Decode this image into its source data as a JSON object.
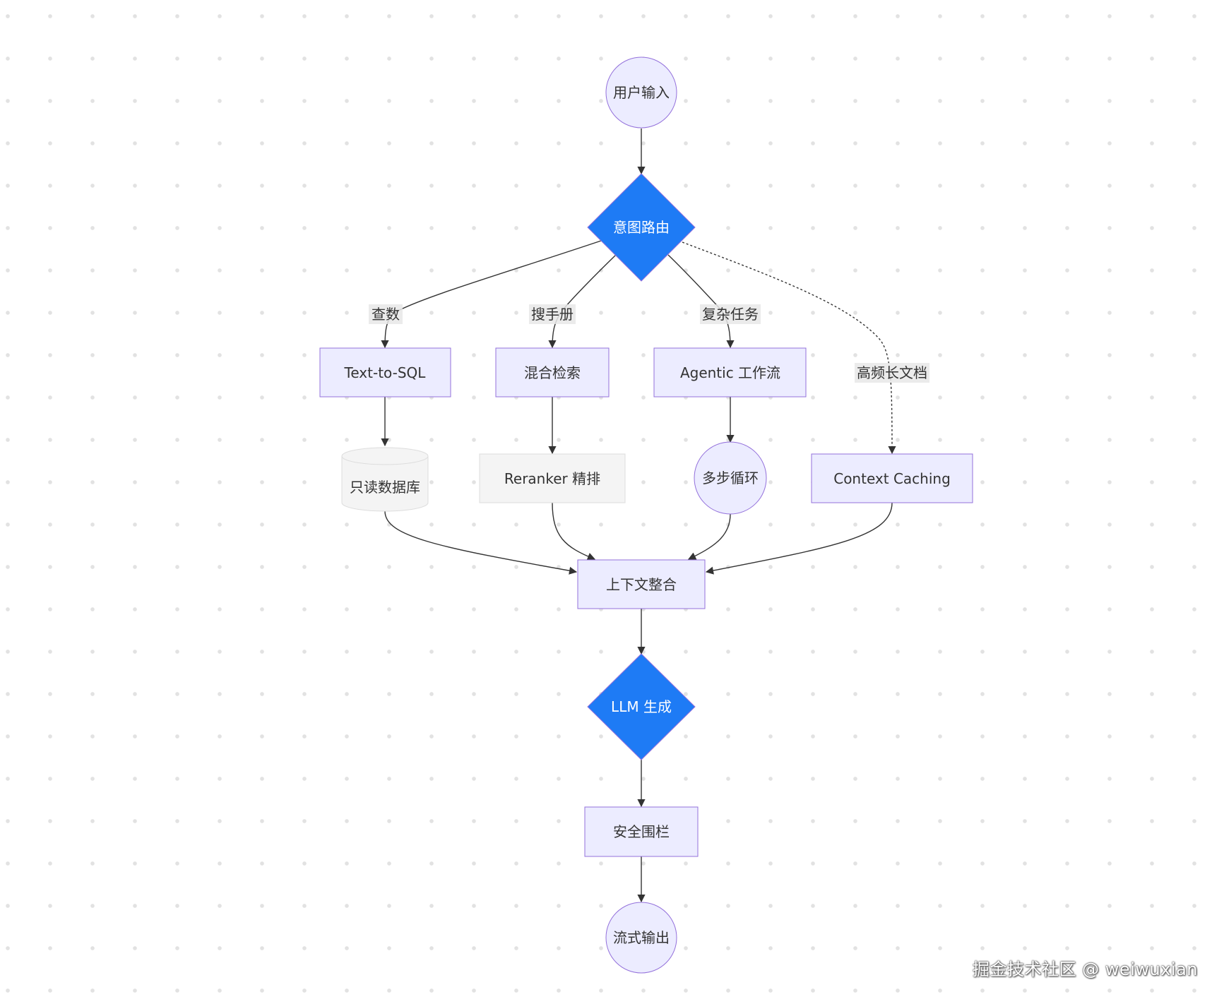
{
  "diagram": {
    "nodes": {
      "input": {
        "label": "用户输入"
      },
      "router": {
        "label": "意图路由"
      },
      "sql": {
        "label": "Text-to-SQL"
      },
      "hybrid": {
        "label": "混合检索"
      },
      "agentic": {
        "label": "Agentic 工作流"
      },
      "db": {
        "label": "只读数据库"
      },
      "rerank": {
        "label": "Reranker 精排"
      },
      "loop": {
        "label": "多步循环"
      },
      "cache": {
        "label": "Context Caching"
      },
      "merge": {
        "label": "上下文整合"
      },
      "llm": {
        "label": "LLM 生成"
      },
      "guard": {
        "label": "安全围栏"
      },
      "output": {
        "label": "流式输出"
      }
    },
    "edge_labels": {
      "query": "查数",
      "manual": "搜手册",
      "complex": "复杂任务",
      "long_doc": "高频长文档"
    },
    "edges": [
      {
        "from": "input",
        "to": "router"
      },
      {
        "from": "router",
        "to": "sql",
        "label": "查数"
      },
      {
        "from": "router",
        "to": "hybrid",
        "label": "搜手册"
      },
      {
        "from": "router",
        "to": "agentic",
        "label": "复杂任务"
      },
      {
        "from": "router",
        "to": "cache",
        "label": "高频长文档",
        "style": "dotted"
      },
      {
        "from": "sql",
        "to": "db"
      },
      {
        "from": "hybrid",
        "to": "rerank"
      },
      {
        "from": "agentic",
        "to": "loop"
      },
      {
        "from": "db",
        "to": "merge"
      },
      {
        "from": "rerank",
        "to": "merge"
      },
      {
        "from": "loop",
        "to": "merge"
      },
      {
        "from": "cache",
        "to": "merge"
      },
      {
        "from": "merge",
        "to": "llm"
      },
      {
        "from": "llm",
        "to": "guard"
      },
      {
        "from": "guard",
        "to": "output"
      }
    ]
  },
  "colors": {
    "node_fill": "#ECECFF",
    "node_stroke": "#9370DB",
    "decision_fill": "#1E7BF5",
    "neutral_fill": "#F4F4F4",
    "neutral_stroke": "#DDDDDD",
    "edge": "#333333"
  },
  "watermark": "掘金技术社区 @ weiwuxian"
}
